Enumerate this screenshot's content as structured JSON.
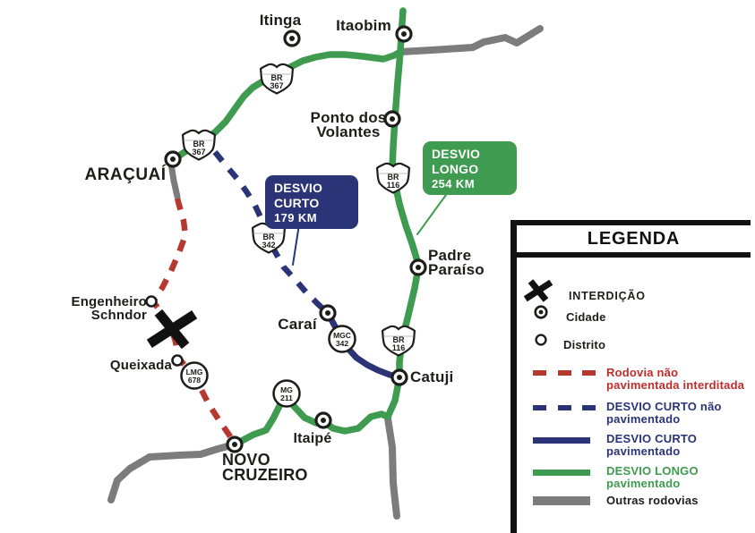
{
  "places": {
    "itinga": "Itinga",
    "itaobim": "Itaobim",
    "ponto_volantes": {
      "line1": "Ponto dos",
      "line2": "Volantes"
    },
    "aracuai": "ARAÇUAÍ",
    "padre_paraiso": {
      "line1": "Padre",
      "line2": "Paraíso"
    },
    "carai": "Caraí",
    "catuji": "Catuji",
    "itaipe": "Itaipé",
    "novo_cruzeiro": {
      "line1": "NOVO",
      "line2": "CRUZEIRO"
    },
    "eng_schndor": {
      "line1": "Engenheiro",
      "line2": "Schndor"
    },
    "queixada": "Queixada"
  },
  "shields": {
    "br367": {
      "prefix": "BR",
      "num": "367"
    },
    "br116": {
      "prefix": "BR",
      "num": "116"
    },
    "br342": {
      "prefix": "BR",
      "num": "342"
    },
    "mgc342": {
      "prefix": "MGC",
      "num": "342"
    },
    "mg211": {
      "prefix": "MG",
      "num": "211"
    },
    "lmg678": {
      "prefix": "LMG",
      "num": "678"
    }
  },
  "callouts": {
    "desvio_curto": {
      "title": "DESVIO CURTO",
      "distance": "179 KM"
    },
    "desvio_longo": {
      "title": "DESVIO LONGO",
      "distance": "254 KM"
    }
  },
  "legend": {
    "title": "LEGENDA",
    "interdicao": "INTERDIÇÃO",
    "cidade": "Cidade",
    "distrito": "Distrito",
    "rodovia_interditada": {
      "line1": "Rodovia não",
      "line2": "pavimentada interditada"
    },
    "desvio_curto_np": {
      "line1": "DESVIO CURTO não",
      "line2": "pavimentado"
    },
    "desvio_curto_p": {
      "line1": "DESVIO CURTO",
      "line2": "pavimentado"
    },
    "desvio_longo_p": {
      "line1": "DESVIO LONGO",
      "line2": "pavimentado"
    },
    "outras": "Outras rodovias"
  },
  "colors": {
    "detour_long_green": "#3e9b4f",
    "detour_short_navy": "#2a3476",
    "interdicted_red": "#b5392e",
    "other_roads_gray": "#7c7c7c",
    "legend_red_text": "#bf2d2b",
    "ink_black": "#111111"
  }
}
